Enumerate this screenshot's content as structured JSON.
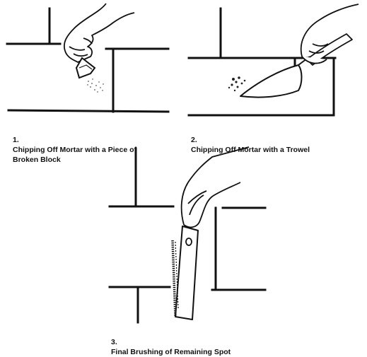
{
  "figure": {
    "steps": [
      {
        "number": "1.",
        "caption": "Chipping Off Mortar with a Piece of\nBroken Block"
      },
      {
        "number": "2.",
        "caption": "Chipping Off Mortar with a Trowel"
      },
      {
        "number": "3.",
        "caption": "Final Brushing of Remaining Spot"
      }
    ]
  },
  "colors": {
    "ink": "#111111",
    "paper": "#ffffff",
    "mortar_speckle": "#222222"
  },
  "icons": [
    "hand-icon",
    "broken-block-icon",
    "trowel-icon",
    "brush-icon",
    "brick-wall-icon"
  ]
}
